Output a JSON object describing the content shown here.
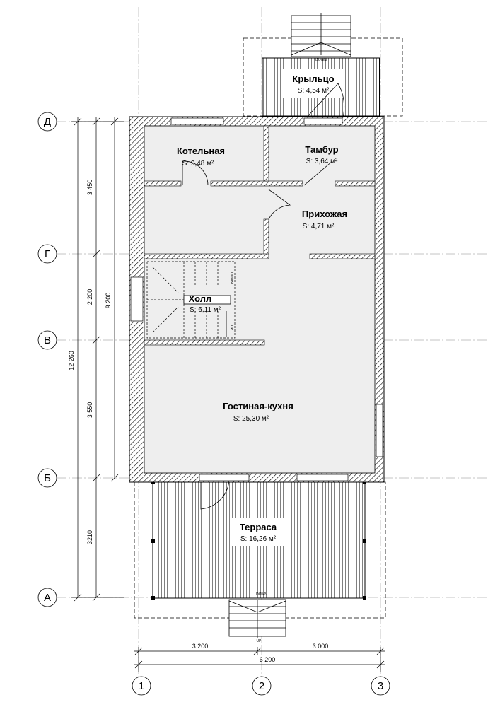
{
  "rooms": {
    "porch": {
      "name": "Крыльцо",
      "area": "S: 4,54 м²"
    },
    "boiler": {
      "name": "Котельная",
      "area": "S: 9,48 м²"
    },
    "vestibule": {
      "name": "Тамбур",
      "area": "S: 3,64 м²"
    },
    "hallway": {
      "name": "Прихожая",
      "area": "S: 4,71 м²"
    },
    "hall": {
      "name": "Холл",
      "area": "S: 6,11 м²"
    },
    "living": {
      "name": "Гостиная-кухня",
      "area": "S: 25,30 м²"
    },
    "terrace": {
      "name": "Терраса",
      "area": "S: 16,26 м²"
    }
  },
  "axes": {
    "letters": [
      "Д",
      "Г",
      "В",
      "Б",
      "А"
    ],
    "numbers": [
      "1",
      "2",
      "3"
    ]
  },
  "dimensions": {
    "vertical": {
      "d_g": "3 450",
      "g_v": "2 200",
      "v_b": "3 550",
      "b_a": "3210",
      "d_b": "9 200",
      "total": "12 260"
    },
    "horizontal": {
      "ax1_2": "3 200",
      "ax2_3": "3 000",
      "total": "6 200"
    }
  },
  "stairs": {
    "top_down": "DOWN",
    "up": "UP",
    "bottom_up": "UP",
    "bottom_down": "DOWN",
    "hall_down": "DOWN",
    "hall_up": "UP"
  },
  "colors": {
    "floor": "#eeeeee",
    "wall": "#1a1a1a",
    "line": "#000000"
  }
}
